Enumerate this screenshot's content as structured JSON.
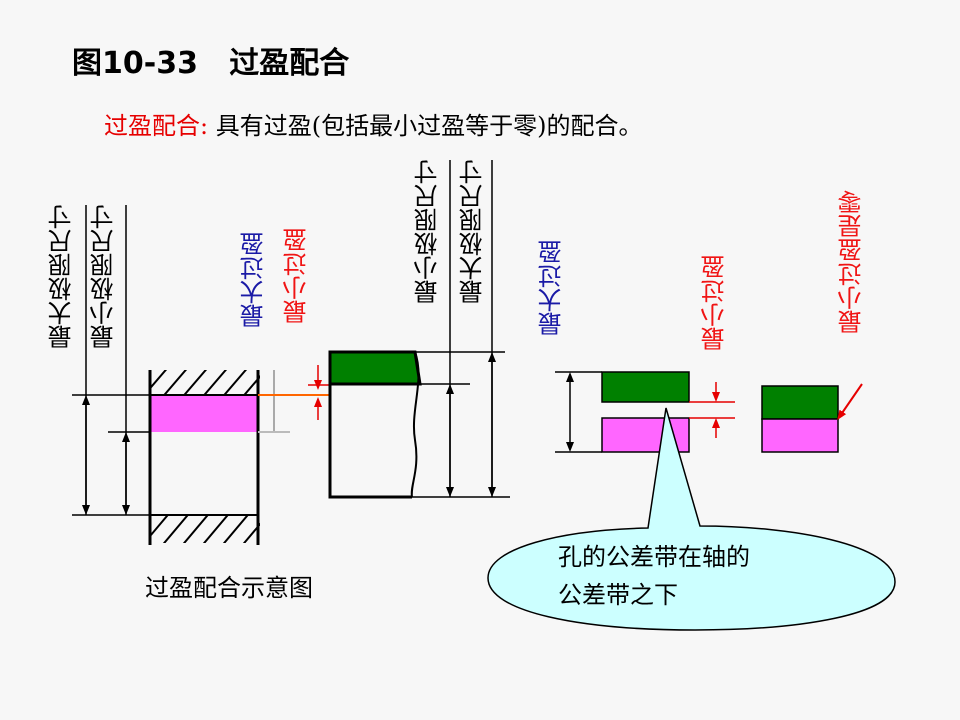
{
  "title": "图10-33   过盈配合",
  "definition": {
    "term": "过盈配合:",
    "text": " 具有过盈(包括最小过盈等于零)的配合。"
  },
  "labels": {
    "hole_max": "最大极限尺寸",
    "hole_min": "最小极限尺寸",
    "max_interference": "最大过盈",
    "min_interference": "最小过盈",
    "shaft_min": "最小极限尺寸",
    "shaft_max": "最大极限尺寸",
    "zone_max_interference": "最大过盈",
    "zone_min_interference": "最小过盈",
    "zone_min_zero": "最小过盈是零"
  },
  "caption": "过盈配合示意图",
  "callout": {
    "line1": "孔的公差带在轴的",
    "line2": "公差带之下"
  },
  "colors": {
    "hole_zone": "#ff66ff",
    "shaft_zone": "#008000",
    "accent_red": "#e60000",
    "accent_blue": "#1a1aa6",
    "callout_fill": "#ccffff",
    "orange_line": "#ff6600"
  }
}
